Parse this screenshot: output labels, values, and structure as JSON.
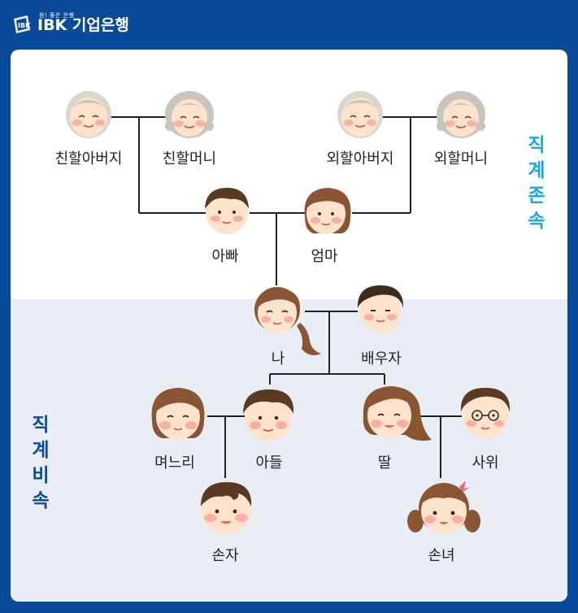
{
  "header": {
    "logo_tagline": "참! 좋은 은행",
    "logo_text": "IBK 기업은행"
  },
  "categories": {
    "ascendants": [
      "직",
      "계",
      "존",
      "속"
    ],
    "descendants": [
      "직",
      "계",
      "비",
      "속"
    ]
  },
  "people": {
    "paternal_grandfather": "친할아버지",
    "paternal_grandmother": "친할머니",
    "maternal_grandfather": "외할아버지",
    "maternal_grandmother": "외할머니",
    "father": "아빠",
    "mother": "엄마",
    "me": "나",
    "spouse": "배우자",
    "daughter_in_law": "며느리",
    "son": "아들",
    "daughter": "딸",
    "son_in_law": "사위",
    "grandson": "손자",
    "granddaughter": "손녀"
  },
  "colors": {
    "brand_blue": "#0a4a9a",
    "ascendant_text": "#1aa7e0",
    "lower_section_bg": "#e9eef5"
  }
}
